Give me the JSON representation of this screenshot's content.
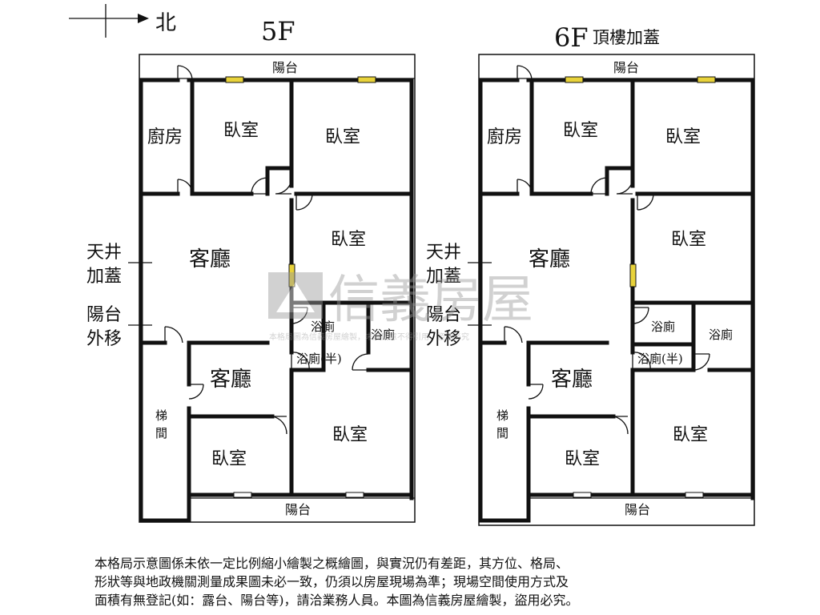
{
  "compass": {
    "label": "北"
  },
  "plan_5f": {
    "title": "5F",
    "rooms": {
      "balcony_top": "陽台",
      "kitchen": "廚房",
      "bedroom_1": "臥室",
      "bedroom_2": "臥室",
      "bedroom_3": "臥室",
      "living_room": "客廳",
      "bathroom_1": "浴廁",
      "bathroom_2": "浴廁",
      "half_bath": "浴廁(半)",
      "living_room_2": "客廳",
      "stairs_1": "梯",
      "stairs_2": "間",
      "bedroom_4": "臥室",
      "bedroom_5": "臥室",
      "balcony_bottom": "陽台"
    },
    "side_notes": {
      "skylight_1": "天井",
      "skylight_2": "加蓋",
      "balcony_moved_1": "陽台",
      "balcony_moved_2": "外移"
    }
  },
  "plan_6f": {
    "title": "6F",
    "subtitle": "頂樓加蓋",
    "rooms": {
      "balcony_top": "陽台",
      "kitchen": "廚房",
      "bedroom_1": "臥室",
      "bedroom_2": "臥室",
      "bedroom_3": "臥室",
      "living_room": "客廳",
      "bathroom_1": "浴廁",
      "bathroom_2": "浴廁",
      "half_bath": "浴廁(半)",
      "living_room_2": "客廳",
      "stairs_1": "梯",
      "stairs_2": "間",
      "bedroom_4": "臥室",
      "bedroom_5": "臥室",
      "balcony_bottom": "陽台"
    },
    "side_notes": {
      "skylight_1": "天井",
      "skylight_2": "加蓋",
      "balcony_moved_1": "陽台",
      "balcony_moved_2": "外移"
    }
  },
  "watermark": {
    "brand": "信義房屋",
    "note": "本格局圖為信義房屋繪製，未經同意不得引用，盜用必究"
  },
  "disclaimer": {
    "line1": "本格局示意圖係未依一定比例縮小繪製之概繪圖，與實況仍有差距，其方位、格局、",
    "line2": "形狀等與地政機關測量成果圖未必一致，仍須以房屋現場為準；現場空間使用方式及",
    "line3": "面積有無登記(如：露台、陽台等)，請洽業務人員。本圖為信義房屋繪製，盜用必究。"
  },
  "colors": {
    "wall": "#111111",
    "window": "#e8d23a",
    "watermark": "#9a9a9a"
  }
}
